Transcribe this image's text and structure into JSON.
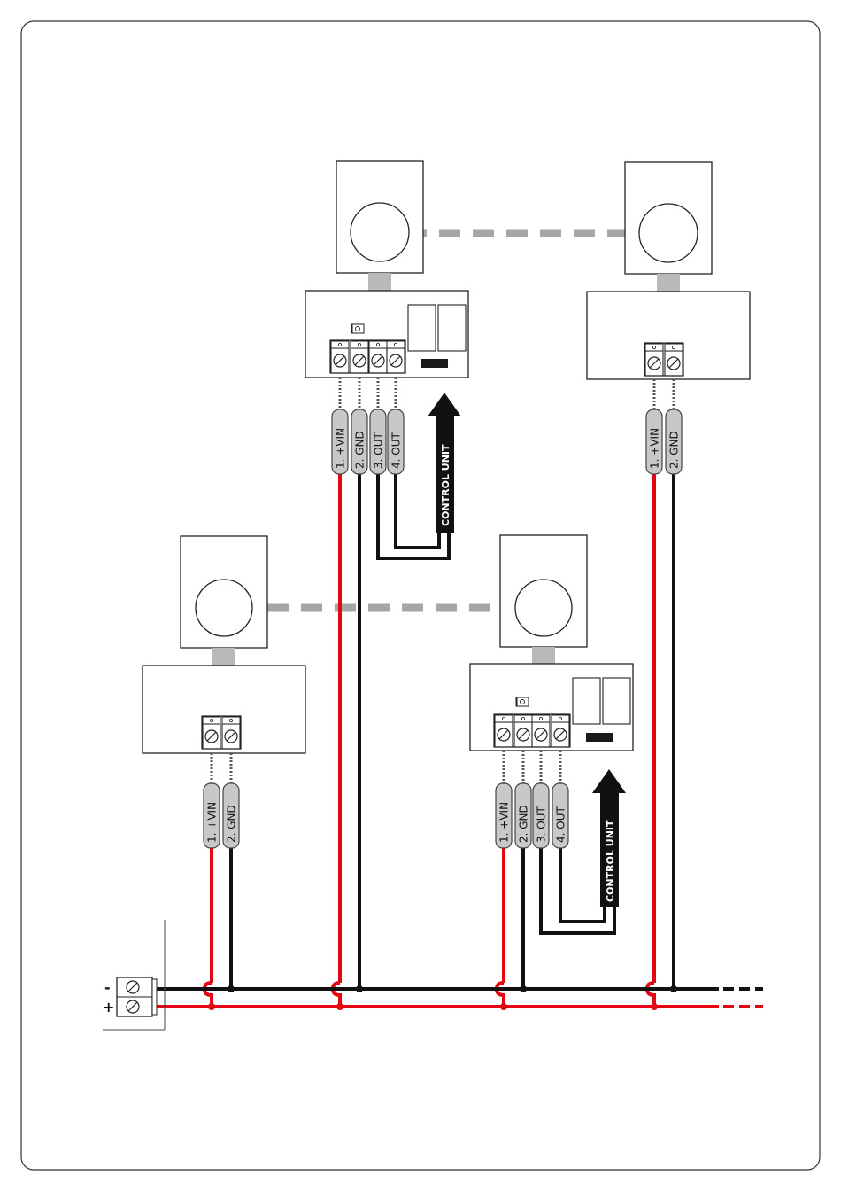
{
  "colors": {
    "red_wire": "#e30613",
    "black_wire": "#111111",
    "beam": "#a6a6a6",
    "plug": "#c8c8c8",
    "stub": "#c0c0c0"
  },
  "pins_4": [
    "1.  +VIN",
    "2.  GND",
    "3.  OUT",
    "4.  OUT"
  ],
  "pins_2": [
    "1.  +VIN",
    "2.  GND"
  ],
  "control_unit_label": "CONTROL UNIT",
  "supply_terminal": {
    "minus": "-",
    "plus": "+"
  },
  "icons": {
    "screw": "screw-terminal-icon",
    "arrow": "arrow-up-icon"
  }
}
